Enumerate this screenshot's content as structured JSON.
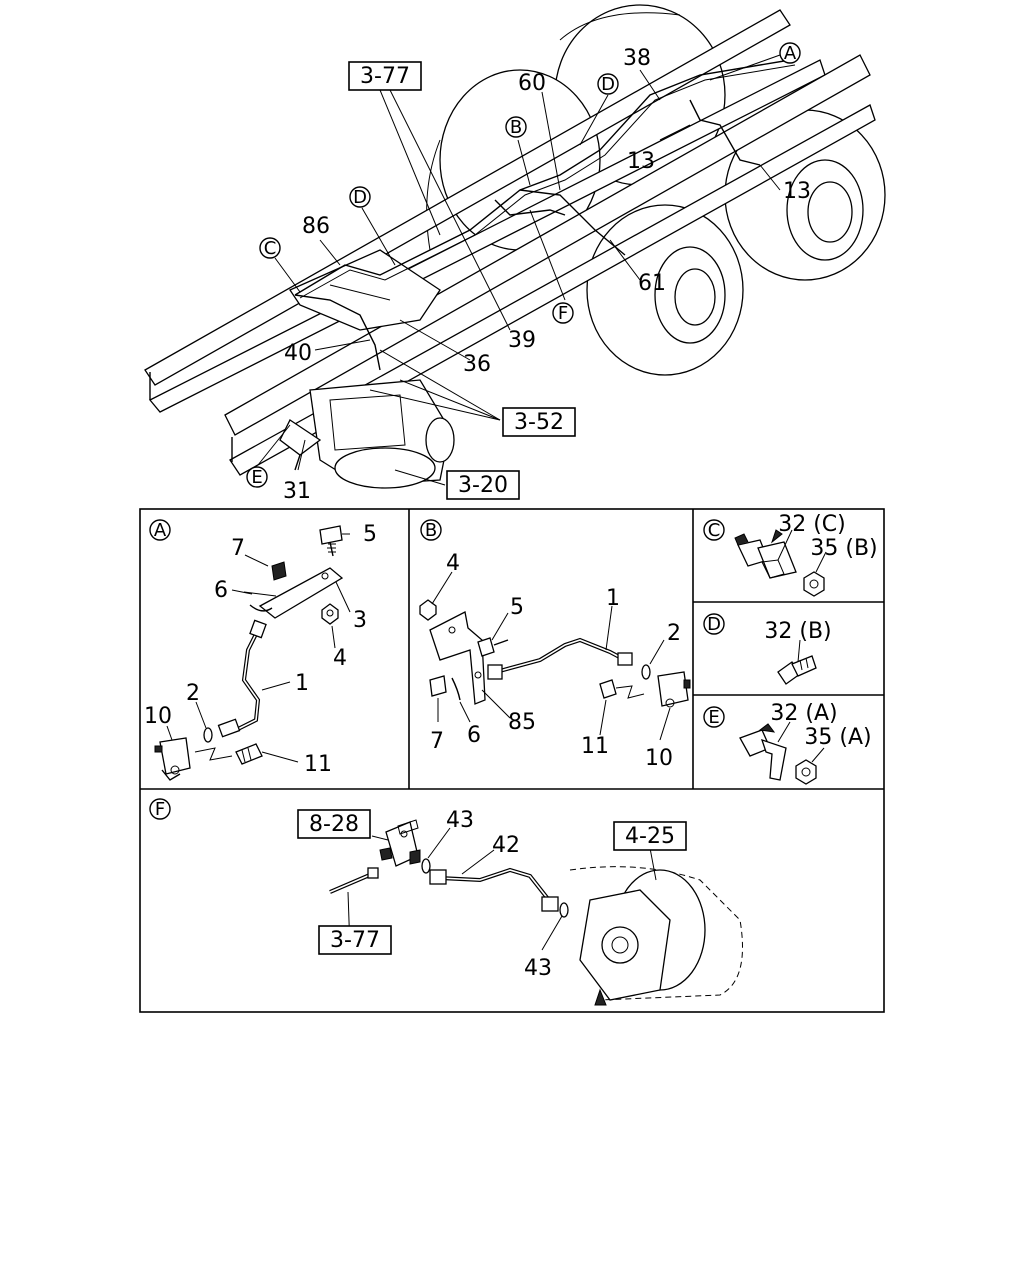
{
  "main": {
    "refs": {
      "r377_top": "3-77",
      "r352": "3-52",
      "r320": "3-20"
    },
    "callouts": {
      "A": "A",
      "B": "B",
      "C": "C",
      "D1": "D",
      "D2": "D",
      "E": "E",
      "F": "F"
    },
    "numbers": {
      "n38": "38",
      "n60": "60",
      "n13a": "13",
      "n13b": "13",
      "n61": "61",
      "n86": "86",
      "n39": "39",
      "n40": "40",
      "n36": "36",
      "n31": "31"
    }
  },
  "panel_a": {
    "letter": "A",
    "labels": {
      "n7": "7",
      "n5": "5",
      "n6": "6",
      "n3": "3",
      "n4": "4",
      "n2": "2",
      "n1": "1",
      "n10": "10",
      "n11": "11"
    }
  },
  "panel_b": {
    "letter": "B",
    "labels": {
      "n4": "4",
      "n5": "5",
      "n1": "1",
      "n2": "2",
      "n7": "7",
      "n6": "6",
      "n85": "85",
      "n11": "11",
      "n10": "10"
    }
  },
  "panel_c": {
    "letter": "C",
    "labels": {
      "p32": "32 (C)",
      "p35": "35 (B)"
    }
  },
  "panel_d": {
    "letter": "D",
    "labels": {
      "p32": "32 (B)"
    }
  },
  "panel_e": {
    "letter": "E",
    "labels": {
      "p32": "32 (A)",
      "p35": "35 (A)"
    }
  },
  "panel_f": {
    "letter": "F",
    "refs": {
      "r828": "8-28",
      "r425": "4-25",
      "r377": "3-77"
    },
    "labels": {
      "n43a": "43",
      "n42": "42",
      "n43b": "43"
    }
  }
}
